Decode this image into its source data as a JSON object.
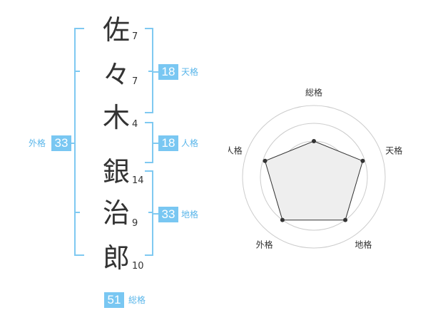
{
  "name": {
    "chars": [
      {
        "char": "佐",
        "strokes": "7"
      },
      {
        "char": "々",
        "strokes": "7"
      },
      {
        "char": "木",
        "strokes": "4"
      },
      {
        "char": "銀",
        "strokes": "14"
      },
      {
        "char": "治",
        "strokes": "9"
      },
      {
        "char": "郎",
        "strokes": "10"
      }
    ]
  },
  "kaku": {
    "tenkaku": {
      "value": "18",
      "label": "天格"
    },
    "jinkaku": {
      "value": "18",
      "label": "人格"
    },
    "chikaku": {
      "value": "33",
      "label": "地格"
    },
    "gaikaku": {
      "value": "33",
      "label": "外格"
    },
    "soukaku": {
      "value": "51",
      "label": "総格"
    }
  },
  "colors": {
    "accent": "#79c7f2",
    "bracket": "#7fc9f1",
    "text": "#333333",
    "chart_fill": "#eeeeee"
  },
  "chart_data": {
    "type": "radar",
    "axes": [
      "総格",
      "天格",
      "地格",
      "外格",
      "人格"
    ],
    "values": [
      0.5,
      0.72,
      0.75,
      0.75,
      0.72
    ],
    "rings": 4,
    "grid": true
  }
}
